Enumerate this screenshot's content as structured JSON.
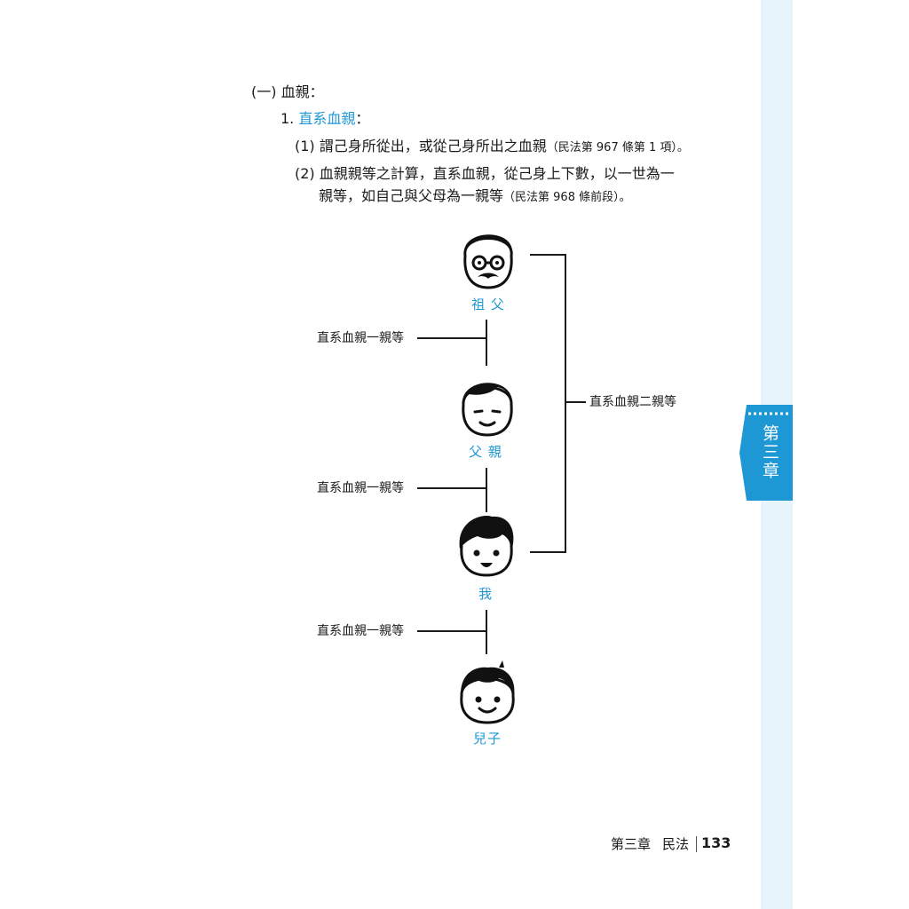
{
  "section_heading": "(一) 血親：",
  "item1": {
    "number": "1.",
    "title": "直系血親",
    "suffix": "："
  },
  "para1": {
    "marker": "(1)",
    "text": "謂己身所從出，或從己身所出之血親",
    "ref": "（民法第 967 條第 1 項）。"
  },
  "para2": {
    "marker": "(2)",
    "line1": "血親親等之計算，直系血親，從己身上下數，以一世為一",
    "line2": "親等，如自己與父母為一親等",
    "ref": "（民法第 968 條前段）。"
  },
  "diagram": {
    "persons": [
      {
        "label": "祖 父",
        "icon": "grandfather-face-icon"
      },
      {
        "label": "父 親",
        "icon": "father-face-icon"
      },
      {
        "label": "我",
        "icon": "self-face-icon"
      },
      {
        "label": "兒子",
        "icon": "son-face-icon"
      }
    ],
    "first_degree_labels": [
      "直系血親一親等",
      "直系血親一親等",
      "直系血親一親等"
    ],
    "second_degree_label": "直系血親二親等"
  },
  "chapter_tab": {
    "label": "第三章"
  },
  "footer": {
    "chapter": "第三章",
    "subject": "民法",
    "page_number": "133"
  },
  "colors": {
    "accent": "#1e98d4",
    "side_band": "#e8f4fc"
  }
}
